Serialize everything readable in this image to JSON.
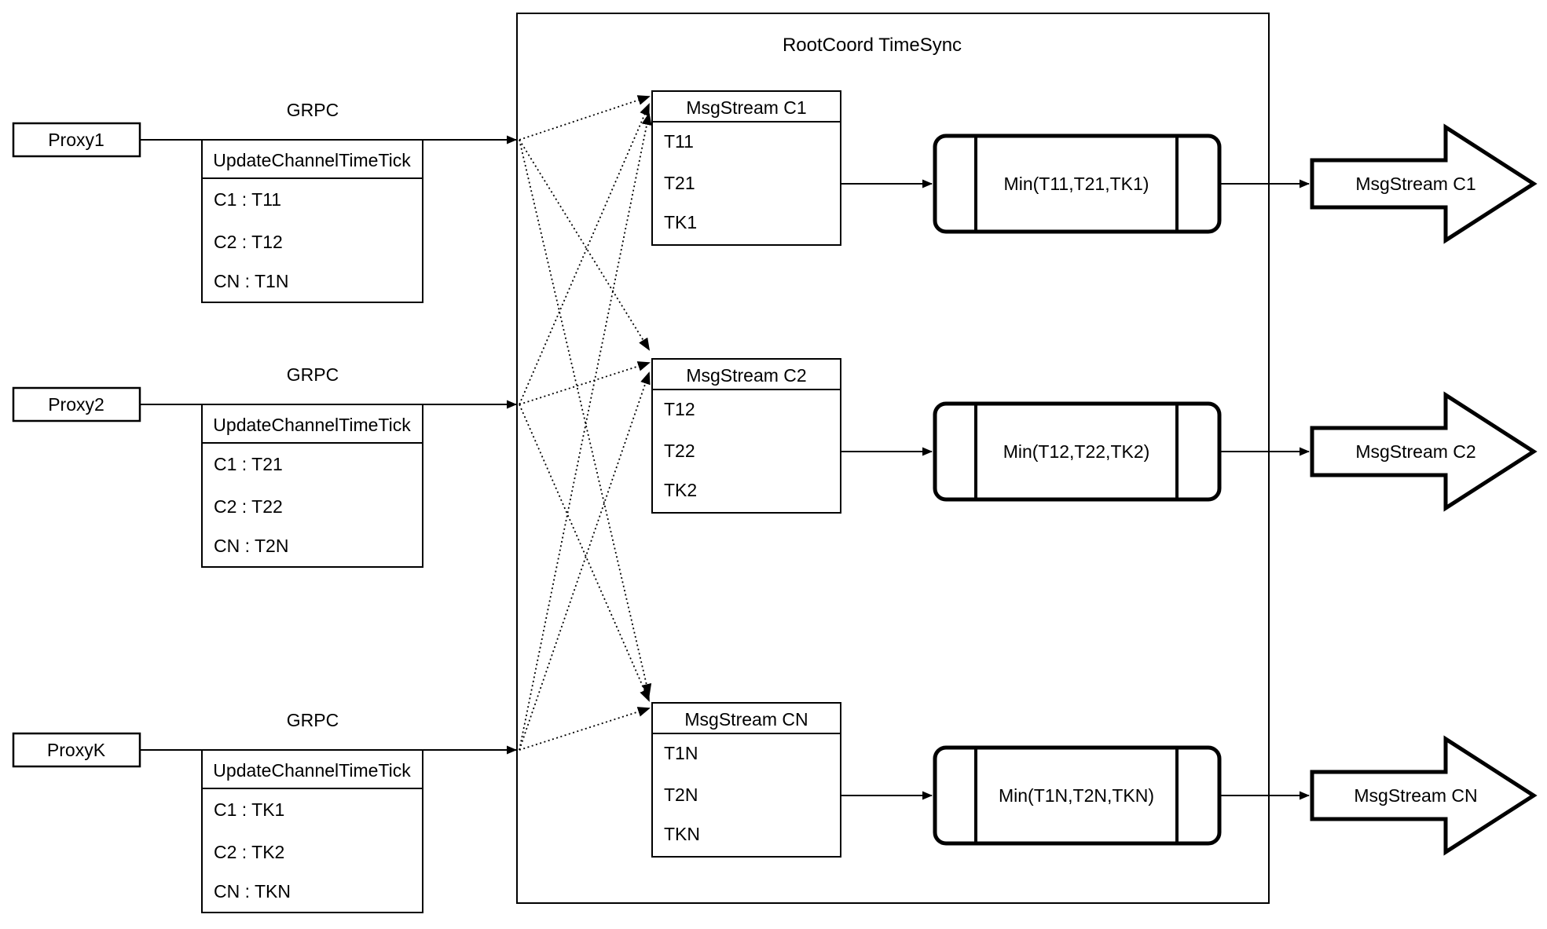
{
  "diagram": {
    "container_title": "RootCoord TimeSync",
    "groups": [
      {
        "proxy": "Proxy1",
        "protocol": "GRPC",
        "request": {
          "title": "UpdateChannelTimeTick",
          "rows": [
            "C1 : T11",
            "C2 : T12",
            "CN : T1N"
          ]
        },
        "stream_table": {
          "title": "MsgStream C1",
          "rows": [
            "T11",
            "T21",
            "TK1"
          ]
        },
        "reducer": "Min(T11,T21,TK1)",
        "output": "MsgStream C1"
      },
      {
        "proxy": "Proxy2",
        "protocol": "GRPC",
        "request": {
          "title": "UpdateChannelTimeTick",
          "rows": [
            "C1 : T21",
            "C2 : T22",
            "CN : T2N"
          ]
        },
        "stream_table": {
          "title": "MsgStream C2",
          "rows": [
            "T12",
            "T22",
            "TK2"
          ]
        },
        "reducer": "Min(T12,T22,TK2)",
        "output": "MsgStream C2"
      },
      {
        "proxy": "ProxyK",
        "protocol": "GRPC",
        "request": {
          "title": "UpdateChannelTimeTick",
          "rows": [
            "C1 : TK1",
            "C2 : TK2",
            "CN : TKN"
          ]
        },
        "stream_table": {
          "title": "MsgStream CN",
          "rows": [
            "T1N",
            "T2N",
            "TKN"
          ]
        },
        "reducer": "Min(T1N,T2N,TKN)",
        "output": "MsgStream CN"
      }
    ],
    "colors": {
      "stroke": "#000000",
      "background": "#ffffff"
    }
  }
}
